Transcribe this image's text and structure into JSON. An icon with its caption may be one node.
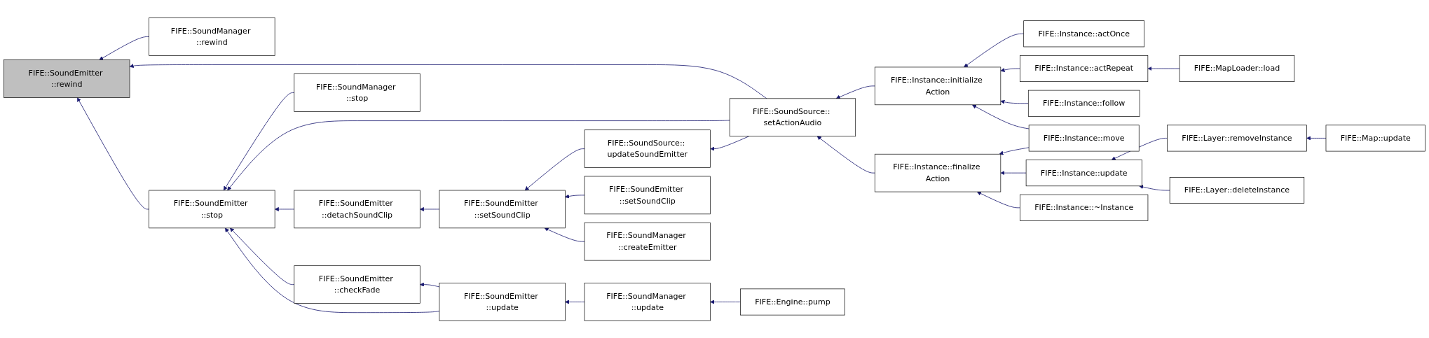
{
  "diagram": {
    "nodes": [
      {
        "text": [
          "FIFE::SoundEmitter ::rewind"
        ]
      },
      {
        "text": [
          "FIFE::SoundManager ::rewind"
        ]
      },
      {
        "text": [
          "FIFE::SoundEmitter ::stop"
        ]
      },
      {
        "text": [
          "FIFE::SoundManager ::stop"
        ]
      },
      {
        "text": [
          "FIFE::SoundEmitter ::detachSoundClip"
        ]
      },
      {
        "text": [
          "FIFE::SoundEmitter ::checkFade"
        ]
      },
      {
        "text": [
          "FIFE::SoundEmitter ::setSoundClip"
        ]
      },
      {
        "text": [
          "FIFE::SoundEmitter ::update"
        ]
      },
      {
        "text": [
          "FIFE::SoundSource:: setActionAudio"
        ]
      },
      {
        "text": [
          "FIFE::SoundSource:: updateSoundEmitter"
        ]
      },
      {
        "text": [
          "FIFE::SoundEmitter ::setSoundClip"
        ]
      },
      {
        "text": [
          "FIFE::SoundManager ::createEmitter"
        ]
      },
      {
        "text": [
          "FIFE::SoundManager ::update"
        ]
      },
      {
        "text": [
          "FIFE::Instance::initialize Action"
        ]
      },
      {
        "text": [
          "FIFE::Instance::finalize Action"
        ]
      },
      {
        "text": [
          "FIFE::Engine::pump"
        ]
      },
      {
        "text": [
          "FIFE::Instance::actOnce"
        ]
      },
      {
        "text": [
          "FIFE::Instance::actRepeat"
        ]
      },
      {
        "text": [
          "FIFE::Instance::follow"
        ]
      },
      {
        "text": [
          "FIFE::Instance::move"
        ]
      },
      {
        "text": [
          "FIFE::Instance::update"
        ]
      },
      {
        "text": [
          "FIFE::Instance::~Instance"
        ]
      },
      {
        "text": [
          "FIFE::MapLoader::load"
        ]
      },
      {
        "text": [
          "FIFE::Layer::removeInstance"
        ]
      },
      {
        "text": [
          "FIFE::Layer::deleteInstance"
        ]
      },
      {
        "text": [
          "FIFE::Map::update"
        ]
      }
    ],
    "edges": [
      {
        "from": 1,
        "to": 0,
        "arrow": "to"
      },
      {
        "from": 8,
        "to": 0,
        "arrow": "to"
      },
      {
        "from": 2,
        "to": 0,
        "arrow": "to"
      },
      {
        "from": 3,
        "to": 2,
        "arrow": "to"
      },
      {
        "from": 8,
        "to": 2,
        "arrow": "to"
      },
      {
        "from": 4,
        "to": 2,
        "arrow": "to"
      },
      {
        "from": 5,
        "to": 2,
        "arrow": "to"
      },
      {
        "from": 7,
        "to": 2,
        "arrow": "to"
      },
      {
        "from": 6,
        "to": 4,
        "arrow": "to"
      },
      {
        "from": 7,
        "to": 5,
        "arrow": "to"
      },
      {
        "from": 9,
        "to": 6,
        "arrow": "to"
      },
      {
        "from": 10,
        "to": 6,
        "arrow": "to"
      },
      {
        "from": 11,
        "to": 6,
        "arrow": "to"
      },
      {
        "from": 12,
        "to": 7,
        "arrow": "to"
      },
      {
        "from": 13,
        "to": 8,
        "arrow": "to"
      },
      {
        "from": 14,
        "to": 8,
        "arrow": "to"
      },
      {
        "from": 8,
        "to": 9,
        "arrow": "to"
      },
      {
        "from": 15,
        "to": 12,
        "arrow": "to"
      },
      {
        "from": 16,
        "to": 13,
        "arrow": "to"
      },
      {
        "from": 17,
        "to": 13,
        "arrow": "to"
      },
      {
        "from": 18,
        "to": 13,
        "arrow": "to"
      },
      {
        "from": 19,
        "to": 13,
        "arrow": "to"
      },
      {
        "from": 19,
        "to": 14,
        "arrow": "to"
      },
      {
        "from": 20,
        "to": 14,
        "arrow": "to"
      },
      {
        "from": 21,
        "to": 14,
        "arrow": "to"
      },
      {
        "from": 22,
        "to": 17,
        "arrow": "to"
      },
      {
        "from": 23,
        "to": 20,
        "arrow": "to"
      },
      {
        "from": 24,
        "to": 20,
        "arrow": "to"
      },
      {
        "from": 25,
        "to": 23,
        "arrow": "to"
      }
    ]
  }
}
